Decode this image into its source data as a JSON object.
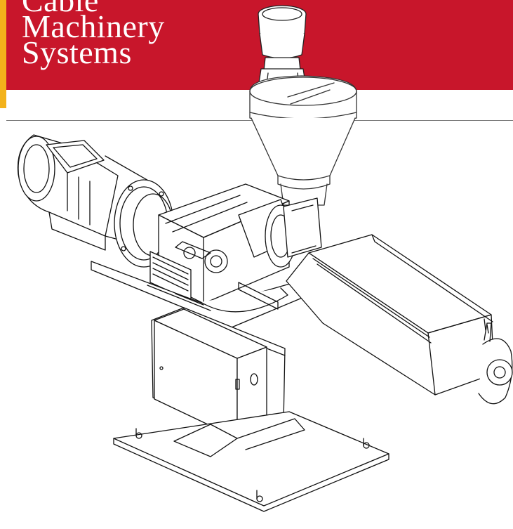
{
  "header": {
    "title_lines": [
      "Cable",
      "Machinery",
      "Systems"
    ]
  },
  "illustration": {
    "subject": "extruder-machine-line-drawing"
  },
  "colors": {
    "banner": "#c8162b",
    "accent": "#f3b21b",
    "title_text": "#ffffff",
    "rule": "#7a7a7a",
    "line_art": "#111111"
  }
}
